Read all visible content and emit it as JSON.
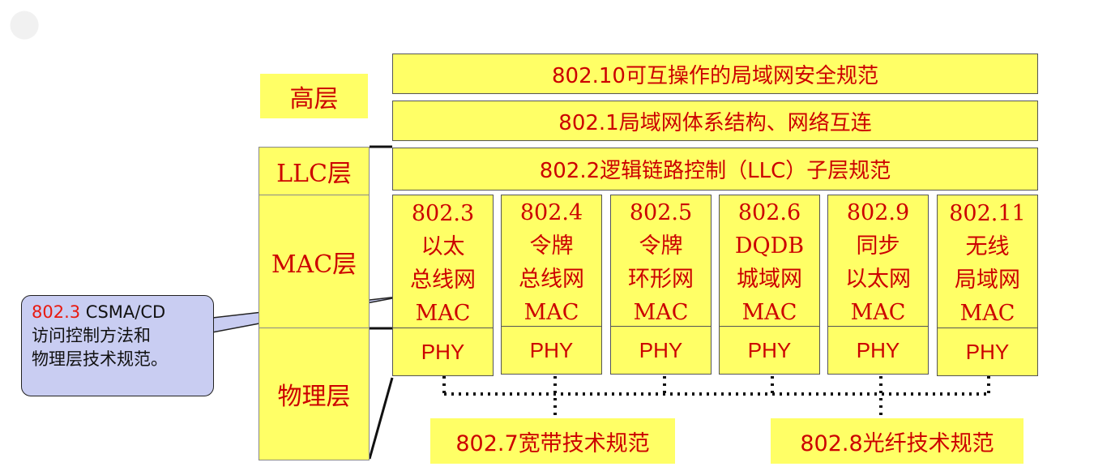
{
  "left_layers": {
    "high": "高层",
    "llc": "LLC层",
    "mac": "MAC层",
    "physical": "物理层"
  },
  "top_bars": {
    "bar1": "802.10可互操作的局域网安全规范",
    "bar2": "802.1局域网体系结构、网络互连",
    "bar3": "802.2逻辑链路控制（LLC）子层规范"
  },
  "standards": [
    {
      "lines": [
        "802.3",
        "以太",
        "总线网",
        "MAC"
      ],
      "phy": "PHY"
    },
    {
      "lines": [
        "802.4",
        "令牌",
        "总线网",
        "MAC"
      ],
      "phy": "PHY"
    },
    {
      "lines": [
        "802.5",
        "令牌",
        "环形网",
        "MAC"
      ],
      "phy": "PHY"
    },
    {
      "lines": [
        "802.6",
        "DQDB",
        "城域网",
        "MAC"
      ],
      "phy": "PHY"
    },
    {
      "lines": [
        "802.9",
        "同步",
        "以太网",
        "MAC"
      ],
      "phy": "PHY"
    },
    {
      "lines": [
        "802.11",
        "无线",
        "局域网",
        "MAC"
      ],
      "phy": "PHY"
    }
  ],
  "bottom_labels": {
    "broadband": "802.7宽带技术规范",
    "fiber": "802.8光纤技术规范"
  },
  "callout": {
    "code": "802.3",
    "line1_rest": " CSMA/CD",
    "line2": "访问控制方法和",
    "line3": "物理层技术规范。"
  },
  "colors": {
    "fill": "#ffff66",
    "text_red": "#cc0000",
    "callout_bg": "#c9cdf2"
  }
}
